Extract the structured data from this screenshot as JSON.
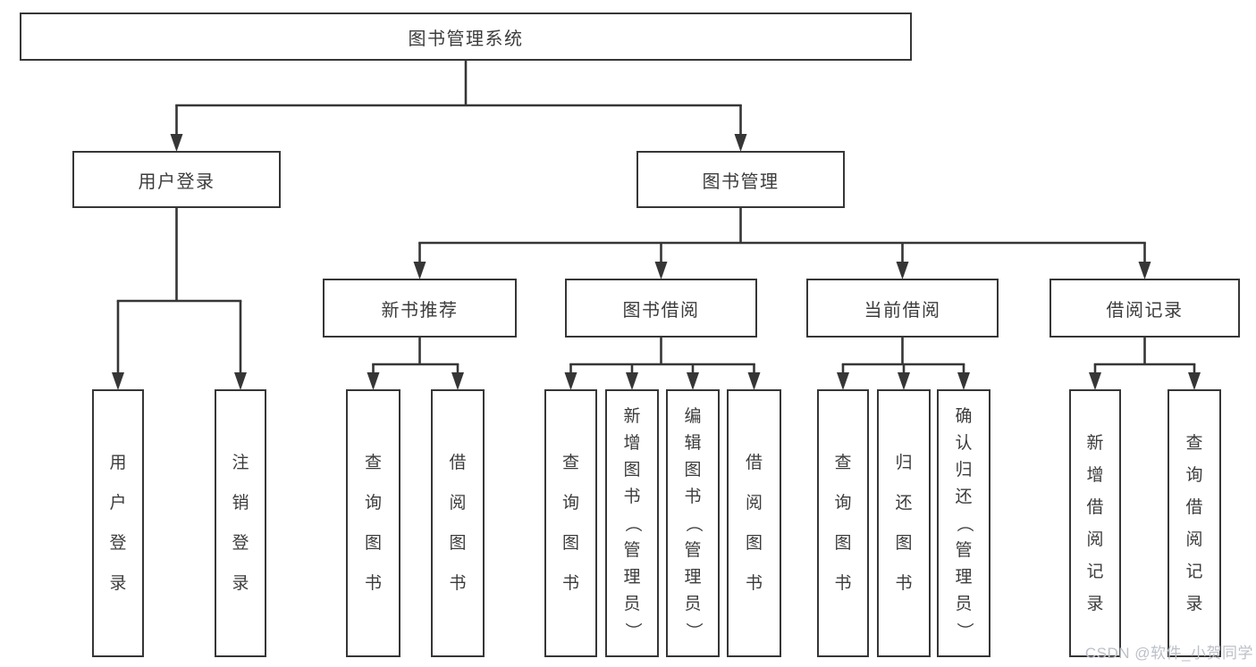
{
  "diagram": {
    "title": "图书管理系统",
    "nodes": [
      {
        "id": "root",
        "label": "图书管理系统",
        "parent": null
      },
      {
        "id": "login",
        "label": "用户登录",
        "parent": "root"
      },
      {
        "id": "mgmt",
        "label": "图书管理",
        "parent": "root"
      },
      {
        "id": "new-rec",
        "label": "新书推荐",
        "parent": "mgmt"
      },
      {
        "id": "book-borrow",
        "label": "图书借阅",
        "parent": "mgmt"
      },
      {
        "id": "cur-borrow",
        "label": "当前借阅",
        "parent": "mgmt"
      },
      {
        "id": "borrow-records",
        "label": "借阅记录",
        "parent": "mgmt"
      },
      {
        "id": "user-login",
        "label": "用户登录",
        "parent": "login"
      },
      {
        "id": "logout",
        "label": "注销登录",
        "parent": "login"
      },
      {
        "id": "rec-query",
        "label": "查询图书",
        "parent": "new-rec"
      },
      {
        "id": "rec-borrow",
        "label": "借阅图书",
        "parent": "new-rec"
      },
      {
        "id": "bb-query",
        "label": "查询图书",
        "parent": "book-borrow"
      },
      {
        "id": "bb-add",
        "label": "新增图书（管理员）",
        "parent": "book-borrow"
      },
      {
        "id": "bb-edit",
        "label": "编辑图书（管理员）",
        "parent": "book-borrow"
      },
      {
        "id": "bb-borrow",
        "label": "借阅图书",
        "parent": "book-borrow"
      },
      {
        "id": "cb-query",
        "label": "查询图书",
        "parent": "cur-borrow"
      },
      {
        "id": "cb-return",
        "label": "归还图书",
        "parent": "cur-borrow"
      },
      {
        "id": "cb-confirm",
        "label": "确认归还（管理员）",
        "parent": "cur-borrow"
      },
      {
        "id": "br-add",
        "label": "新增借阅记录",
        "parent": "borrow-records"
      },
      {
        "id": "br-query",
        "label": "查询借阅记录",
        "parent": "borrow-records"
      }
    ],
    "colors": {
      "line": "#363636",
      "text": "#3c3c3c",
      "background": "#ffffff",
      "watermark": "#bcc0c7"
    },
    "watermark": "CSDN @软件_小贺同学"
  }
}
